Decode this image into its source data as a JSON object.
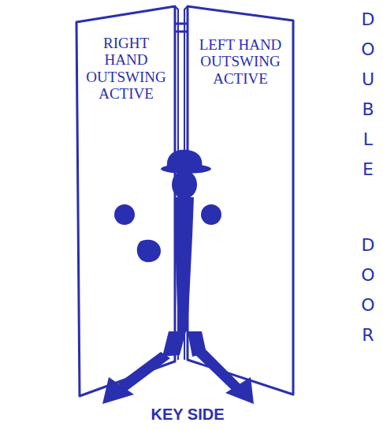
{
  "diagram": {
    "nodes": [
      {
        "text": [
          "RIGHT HAND OUTSWING ACTIVE"
        ]
      },
      {
        "text": [
          "LEFT HAND OUTSWING ACTIVE"
        ]
      }
    ],
    "labels": [
      "DOUBLE",
      "DOOR",
      "KEY SIDE"
    ]
  }
}
